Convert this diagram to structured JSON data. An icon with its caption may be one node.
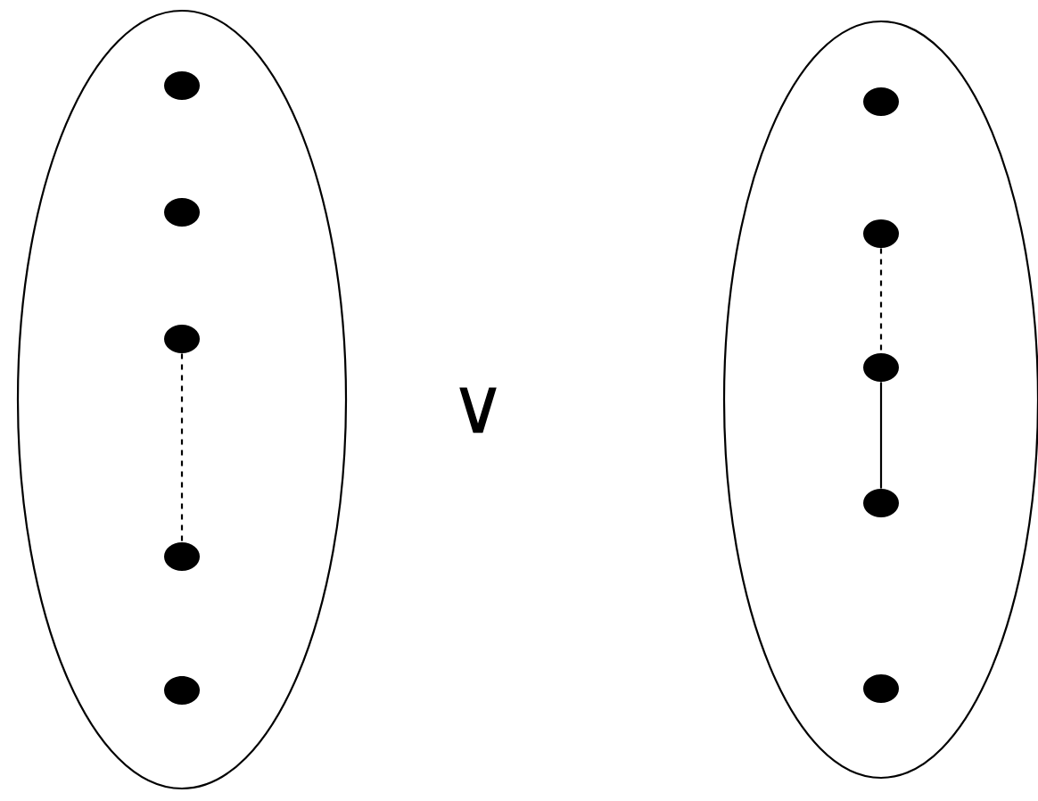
{
  "diagram": {
    "nodes": [
      {
        "text": [],
        "shape": "ellipse"
      },
      {
        "text": [],
        "shape": "circle",
        "in": 0
      },
      {
        "text": [],
        "shape": "circle",
        "in": 0
      },
      {
        "text": [],
        "shape": "circle",
        "in": 0
      },
      {
        "text": [],
        "shape": "circle",
        "in": 0
      },
      {
        "text": [],
        "shape": "circle",
        "in": 0
      },
      {
        "text": [],
        "shape": "ellipse"
      },
      {
        "text": [],
        "shape": "circle",
        "in": 6
      },
      {
        "text": [],
        "shape": "circle",
        "in": 6
      },
      {
        "text": [],
        "shape": "circle",
        "in": 6
      },
      {
        "text": [],
        "shape": "circle",
        "in": 6
      },
      {
        "text": [],
        "shape": "circle",
        "in": 6
      }
    ],
    "edges": [
      {
        "from": 3,
        "to": 4,
        "arrow": "none",
        "style": "dashed"
      },
      {
        "from": 8,
        "to": 9,
        "arrow": "none",
        "style": "dashed"
      },
      {
        "from": 9,
        "to": 10,
        "arrow": "none"
      }
    ],
    "labels": [
      "∨"
    ]
  }
}
